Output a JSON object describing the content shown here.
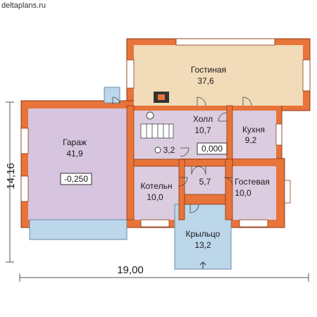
{
  "site": "deltaplans.ru",
  "colors": {
    "wall": "#e8743a",
    "wall_stroke": "#8a3a14",
    "living": "#f1dbb8",
    "garage": "#d7c4df",
    "rooms": "#dccce0",
    "porch": "#bcd6ea",
    "dim_line": "#555555"
  },
  "dimensions": {
    "width": "19,00",
    "height": "14,16"
  },
  "rooms": {
    "living": {
      "name": "Гостиная",
      "area": "37,6"
    },
    "garage": {
      "name": "Гараж",
      "area": "41,9",
      "level": "-0,250"
    },
    "hall": {
      "name": "Холл",
      "area": "10,7",
      "level": "0,000"
    },
    "kitchen": {
      "name": "Кухня",
      "area": "9,2"
    },
    "bath": {
      "area": "3,2"
    },
    "boiler": {
      "name": "Котельн",
      "area": "10,0"
    },
    "corridor": {
      "area": "5,7"
    },
    "guest": {
      "name": "Гостевая",
      "area": "10,0"
    },
    "porch": {
      "name": "Крыльцо",
      "area": "13,2"
    }
  }
}
